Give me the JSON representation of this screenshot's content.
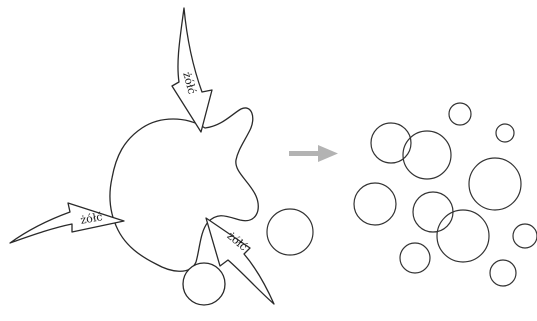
{
  "labels": {
    "arrow_top": "żółć",
    "arrow_left": "żółć",
    "arrow_bottom": "żółć"
  },
  "colors": {
    "outline": "#2a2a2a",
    "transition_arrow": "#b3b3b3",
    "background": "#ffffff"
  }
}
